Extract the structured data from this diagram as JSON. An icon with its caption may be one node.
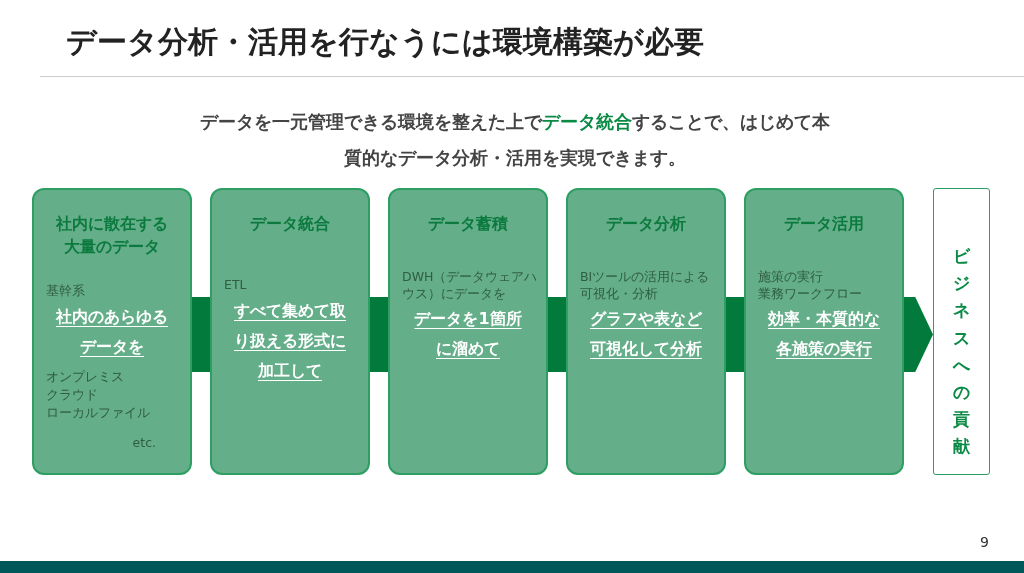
{
  "diagram": {
    "title": "データ分析・活用を行なうには環境構築が必要",
    "nodes": [
      {
        "text": [
          "社内に散在する大量のデータ",
          "基幹系",
          "社内のあらゆるデータを",
          "オンプレミス",
          "クラウド",
          "ローカルファイル",
          "etc."
        ]
      },
      {
        "text": [
          "データ統合",
          "ETL",
          "すべて集めて取り扱える形式に加工して"
        ]
      },
      {
        "text": [
          "データ蓄積",
          "DWH（データウェアハウス）にデータを",
          "データを1箇所に溜めて"
        ]
      },
      {
        "text": [
          "データ分析",
          "BIツールの活用による可視化・分析",
          "グラフや表など可視化して分析"
        ]
      },
      {
        "text": [
          "データ活用",
          "施策の実行",
          "業務ワークフロー",
          "効率・本質的な各施策の実行"
        ]
      },
      {
        "text": [
          "ビジネスへの貢献"
        ]
      }
    ],
    "edges": [
      {
        "from": 0,
        "to": 1,
        "arrow": "none"
      },
      {
        "from": 1,
        "to": 2,
        "arrow": "none"
      },
      {
        "from": 2,
        "to": 3,
        "arrow": "none"
      },
      {
        "from": 3,
        "to": 4,
        "arrow": "none"
      },
      {
        "from": 4,
        "to": 5,
        "arrow": "to"
      }
    ],
    "labels": [
      "データを一元管理できる環境を整えた上で**データ統合**することで、はじめて本質的なデータ分析・活用を実現できます。",
      "9"
    ]
  }
}
